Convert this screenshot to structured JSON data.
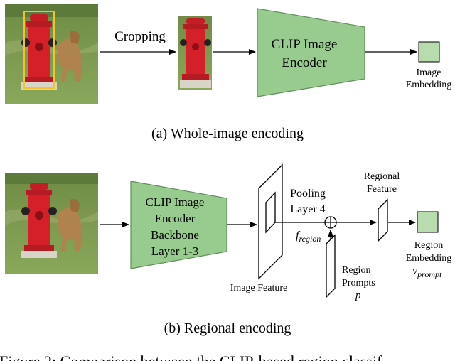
{
  "panel_a": {
    "crop_label": "Cropping",
    "encoder_label_lines": [
      "CLIP Image",
      "Encoder"
    ],
    "output_label_lines": [
      "Image",
      "Embedding"
    ],
    "caption": "(a) Whole-image encoding"
  },
  "panel_b": {
    "encoder_label_lines": [
      "CLIP Image",
      "Encoder",
      "Backbone",
      "Layer 1-3"
    ],
    "pooling_label_lines": [
      "Pooling",
      "Layer 4"
    ],
    "f_region_base": "f",
    "f_region_sub": "region",
    "image_feature_label": "Image Feature",
    "regional_feature_lines": [
      "Regional",
      "Feature"
    ],
    "region_prompts_lines": [
      "Region",
      "Prompts"
    ],
    "p_symbol": "p",
    "output_label_lines": [
      "Region",
      "Embedding"
    ],
    "v_prompt_base": "v",
    "v_prompt_sub": "prompt",
    "caption": "(b) Regional encoding"
  },
  "figure_caption_partial": "Figure 2: Comparison between the CLIP-based region classif",
  "colors": {
    "encoder_fill": "#98cc8e",
    "encoder_stroke": "#5f8f58",
    "embedding_fill": "#b9dcae",
    "bbox": "#f2c230",
    "hydrant_red": "#d5202a",
    "grass": "#7d9b4f"
  },
  "icons": {
    "photo": "photo-hydrant-dog",
    "crop": "photo-hydrant-crop",
    "plus": "circled-plus-icon"
  }
}
